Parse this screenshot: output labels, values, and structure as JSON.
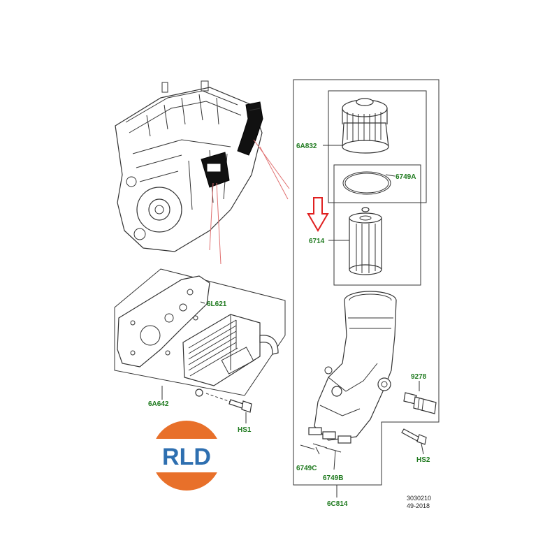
{
  "labels": {
    "cap": "6A832",
    "oring": "6749A",
    "filter": "6714",
    "gasket": "6L621",
    "cooler": "6A642",
    "bolt1": "HS1",
    "sensor": "9278",
    "bolt2": "HS2",
    "seal_c": "6749C",
    "seal_b": "6749B",
    "housing": "6C814"
  },
  "reference": {
    "number": "3030210",
    "date": "49-2018"
  },
  "logo": {
    "text": "RLD"
  },
  "colors": {
    "label_green": "#1f7a1f",
    "leader_red": "#e07070",
    "arrow_red": "#e02020",
    "logo_orange": "#e8702a",
    "logo_blue": "#2e6fb0"
  }
}
